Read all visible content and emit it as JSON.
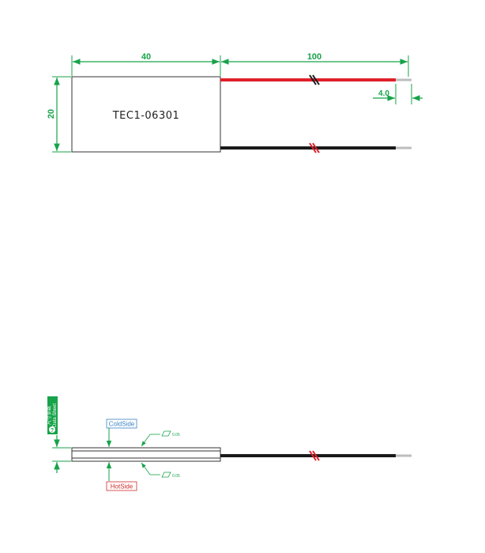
{
  "top_view": {
    "model": "TEC1-06301",
    "dim_width": "40",
    "dim_height": "20",
    "dim_lead_length": "100",
    "dim_strip": "4.0"
  },
  "side_view": {
    "cold_side_label": "ColdSide",
    "hot_side_label": "HotSide",
    "flatness_top": "0.05",
    "flatness_bottom": "0.05",
    "badge_cn": "尺寸参数",
    "badge_en": "Data Sheet"
  },
  "colors": {
    "dimension": "#17a34a",
    "red_lead": "#e0202a",
    "black_lead": "#1a1a1a",
    "cold": "#3b82c4",
    "hot": "#d12a2a"
  }
}
